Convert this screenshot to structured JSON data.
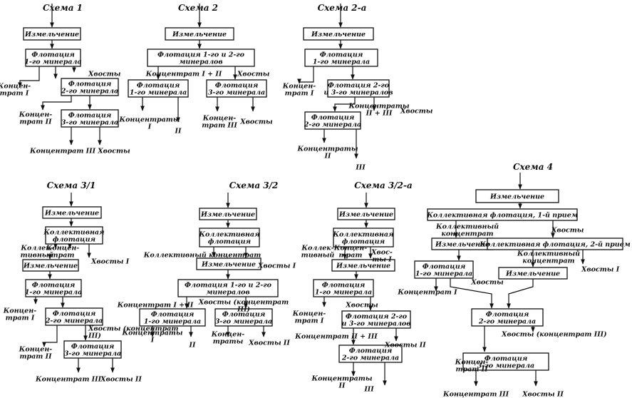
{
  "schemes": [
    {
      "title": "Схема 1",
      "nodes": [
        {
          "lines": [
            "Измельчение"
          ]
        },
        {
          "lines": [
            "Флотация",
            "1-го минерала"
          ]
        },
        {
          "lines": [
            "Флотация",
            "2-го минерала"
          ]
        },
        {
          "lines": [
            "Флотация",
            "3-го минерала"
          ]
        }
      ],
      "labels": [
        {
          "lines": [
            "Хвосты"
          ]
        },
        {
          "lines": [
            "Концен-",
            "трат I"
          ]
        },
        {
          "lines": [
            "Концен-",
            "трат II"
          ]
        },
        {
          "lines": [
            "Концентрат III"
          ]
        },
        {
          "lines": [
            "Хвосты"
          ]
        }
      ]
    },
    {
      "title": "Схема 2",
      "nodes": [
        {
          "lines": [
            "Измельчение"
          ]
        },
        {
          "lines": [
            "Флотация 1-го и 2-го",
            "минералов"
          ]
        },
        {
          "lines": [
            "Флотация",
            "1-го минерала"
          ]
        },
        {
          "lines": [
            "Флотация",
            "3-го минерала"
          ]
        }
      ],
      "labels": [
        {
          "lines": [
            "Концентрат I + II"
          ]
        },
        {
          "lines": [
            "Хвосты"
          ]
        },
        {
          "lines": [
            "Концентраты",
            "I"
          ]
        },
        {
          "lines": [
            "II"
          ]
        },
        {
          "lines": [
            "Концен-",
            "трат III"
          ]
        },
        {
          "lines": [
            "Хвосты"
          ]
        }
      ]
    },
    {
      "title": "Схема 2-а",
      "nodes": [
        {
          "lines": [
            "Измельчение"
          ]
        },
        {
          "lines": [
            "Флотация",
            "1-го минерала"
          ]
        },
        {
          "lines": [
            "Флотация 2-го",
            "и 3-го минералов"
          ]
        },
        {
          "lines": [
            "Флотация",
            "2-го минерала"
          ]
        }
      ],
      "labels": [
        {
          "lines": [
            "Концен-",
            "трат I"
          ]
        },
        {
          "lines": [
            "Концентраты",
            "II + III"
          ]
        },
        {
          "lines": [
            "Хвосты"
          ]
        },
        {
          "lines": [
            "Концентраты",
            "II"
          ]
        },
        {
          "lines": [
            "III"
          ]
        }
      ]
    },
    {
      "title": "Схема 3/1",
      "nodes": [
        {
          "lines": [
            "Измельчение"
          ]
        },
        {
          "lines": [
            "Коллективная",
            "флотация"
          ]
        },
        {
          "lines": [
            "Измельчение"
          ]
        },
        {
          "lines": [
            "Флотация",
            "1-го минерала"
          ]
        },
        {
          "lines": [
            "Флотация",
            "2-го минерала"
          ]
        },
        {
          "lines": [
            "Флотация",
            "3-го минерала"
          ]
        }
      ],
      "labels": [
        {
          "lines": [
            "Коллек-",
            "тивный"
          ]
        },
        {
          "lines": [
            "Концен-",
            "трат"
          ]
        },
        {
          "lines": [
            "Хвосты I"
          ]
        },
        {
          "lines": [
            "Концен-",
            "трат I"
          ]
        },
        {
          "lines": [
            "Хвосты (концентрат",
            "III)"
          ]
        },
        {
          "lines": [
            "Концен-",
            "трат II"
          ]
        },
        {
          "lines": [
            "Концентрат III"
          ]
        },
        {
          "lines": [
            "Хвосты II"
          ]
        }
      ]
    },
    {
      "title": "Схема 3/2",
      "nodes": [
        {
          "lines": [
            "Измельчение"
          ]
        },
        {
          "lines": [
            "Коллективная",
            "флотация"
          ]
        },
        {
          "lines": [
            "Измельчение"
          ]
        },
        {
          "lines": [
            "Флотация 1-го и 2-го",
            "минералов"
          ]
        },
        {
          "lines": [
            "Флотация",
            "1-го минерала"
          ]
        },
        {
          "lines": [
            "Флотация",
            "3-го минерала"
          ]
        }
      ],
      "labels": [
        {
          "lines": [
            "Коллективный концентрат"
          ]
        },
        {
          "lines": [
            "Хвосты I"
          ]
        },
        {
          "lines": [
            "Концентрат I + II"
          ]
        },
        {
          "lines": [
            "Хвосты (концентрат",
            "III)"
          ]
        },
        {
          "lines": [
            "Концентраты",
            "I"
          ]
        },
        {
          "lines": [
            "II"
          ]
        },
        {
          "lines": [
            "Концен-",
            "траты"
          ]
        },
        {
          "lines": [
            "Хвосты II"
          ]
        }
      ]
    },
    {
      "title": "Схема 3/2-а",
      "nodes": [
        {
          "lines": [
            "Измельчение"
          ]
        },
        {
          "lines": [
            "Коллективная",
            "флотация"
          ]
        },
        {
          "lines": [
            "Измельчение"
          ]
        },
        {
          "lines": [
            "Флотация",
            "1-го минерала"
          ]
        },
        {
          "lines": [
            "Флотация 2-го",
            "и 3-го минералов"
          ]
        },
        {
          "lines": [
            "Флотация",
            "2-го минерала"
          ]
        }
      ],
      "labels": [
        {
          "lines": [
            "Коллек-",
            "тивный"
          ]
        },
        {
          "lines": [
            "Концен-",
            "трат"
          ]
        },
        {
          "lines": [
            "Хвос-",
            "ты I"
          ]
        },
        {
          "lines": [
            "Концен-",
            "трат I"
          ]
        },
        {
          "lines": [
            "Хвосты"
          ]
        },
        {
          "lines": [
            "Концентрат II + III"
          ]
        },
        {
          "lines": [
            "Хвосты II"
          ]
        },
        {
          "lines": [
            "Концентраты",
            "II"
          ]
        },
        {
          "lines": [
            "III"
          ]
        }
      ]
    },
    {
      "title": "Схема 4",
      "nodes": [
        {
          "lines": [
            "Измельчение"
          ]
        },
        {
          "lines": [
            "Коллективная флотация, 1-й прием"
          ]
        },
        {
          "lines": [
            "Измельчение"
          ]
        },
        {
          "lines": [
            "Коллективная флотация, 2-й прием"
          ]
        },
        {
          "lines": [
            "Флотация",
            "1-го минерала"
          ]
        },
        {
          "lines": [
            "Измельчение"
          ]
        },
        {
          "lines": [
            "Флотация",
            "2-го минерала"
          ]
        },
        {
          "lines": [
            "Флотация",
            "3-го минерала"
          ]
        }
      ],
      "labels": [
        {
          "lines": [
            "Коллективный",
            "концентрат"
          ]
        },
        {
          "lines": [
            "Хвосты"
          ]
        },
        {
          "lines": [
            "Коллективный",
            "концентрат"
          ]
        },
        {
          "lines": [
            "Хвосты I"
          ]
        },
        {
          "lines": [
            "Концентрат I"
          ]
        },
        {
          "lines": [
            "Хвосты"
          ]
        },
        {
          "lines": [
            "Хвосты (концентрат III)"
          ]
        },
        {
          "lines": [
            "Концен-",
            "трат II"
          ]
        },
        {
          "lines": [
            "Концентрат III"
          ]
        },
        {
          "lines": [
            "Хвосты II"
          ]
        }
      ]
    }
  ]
}
